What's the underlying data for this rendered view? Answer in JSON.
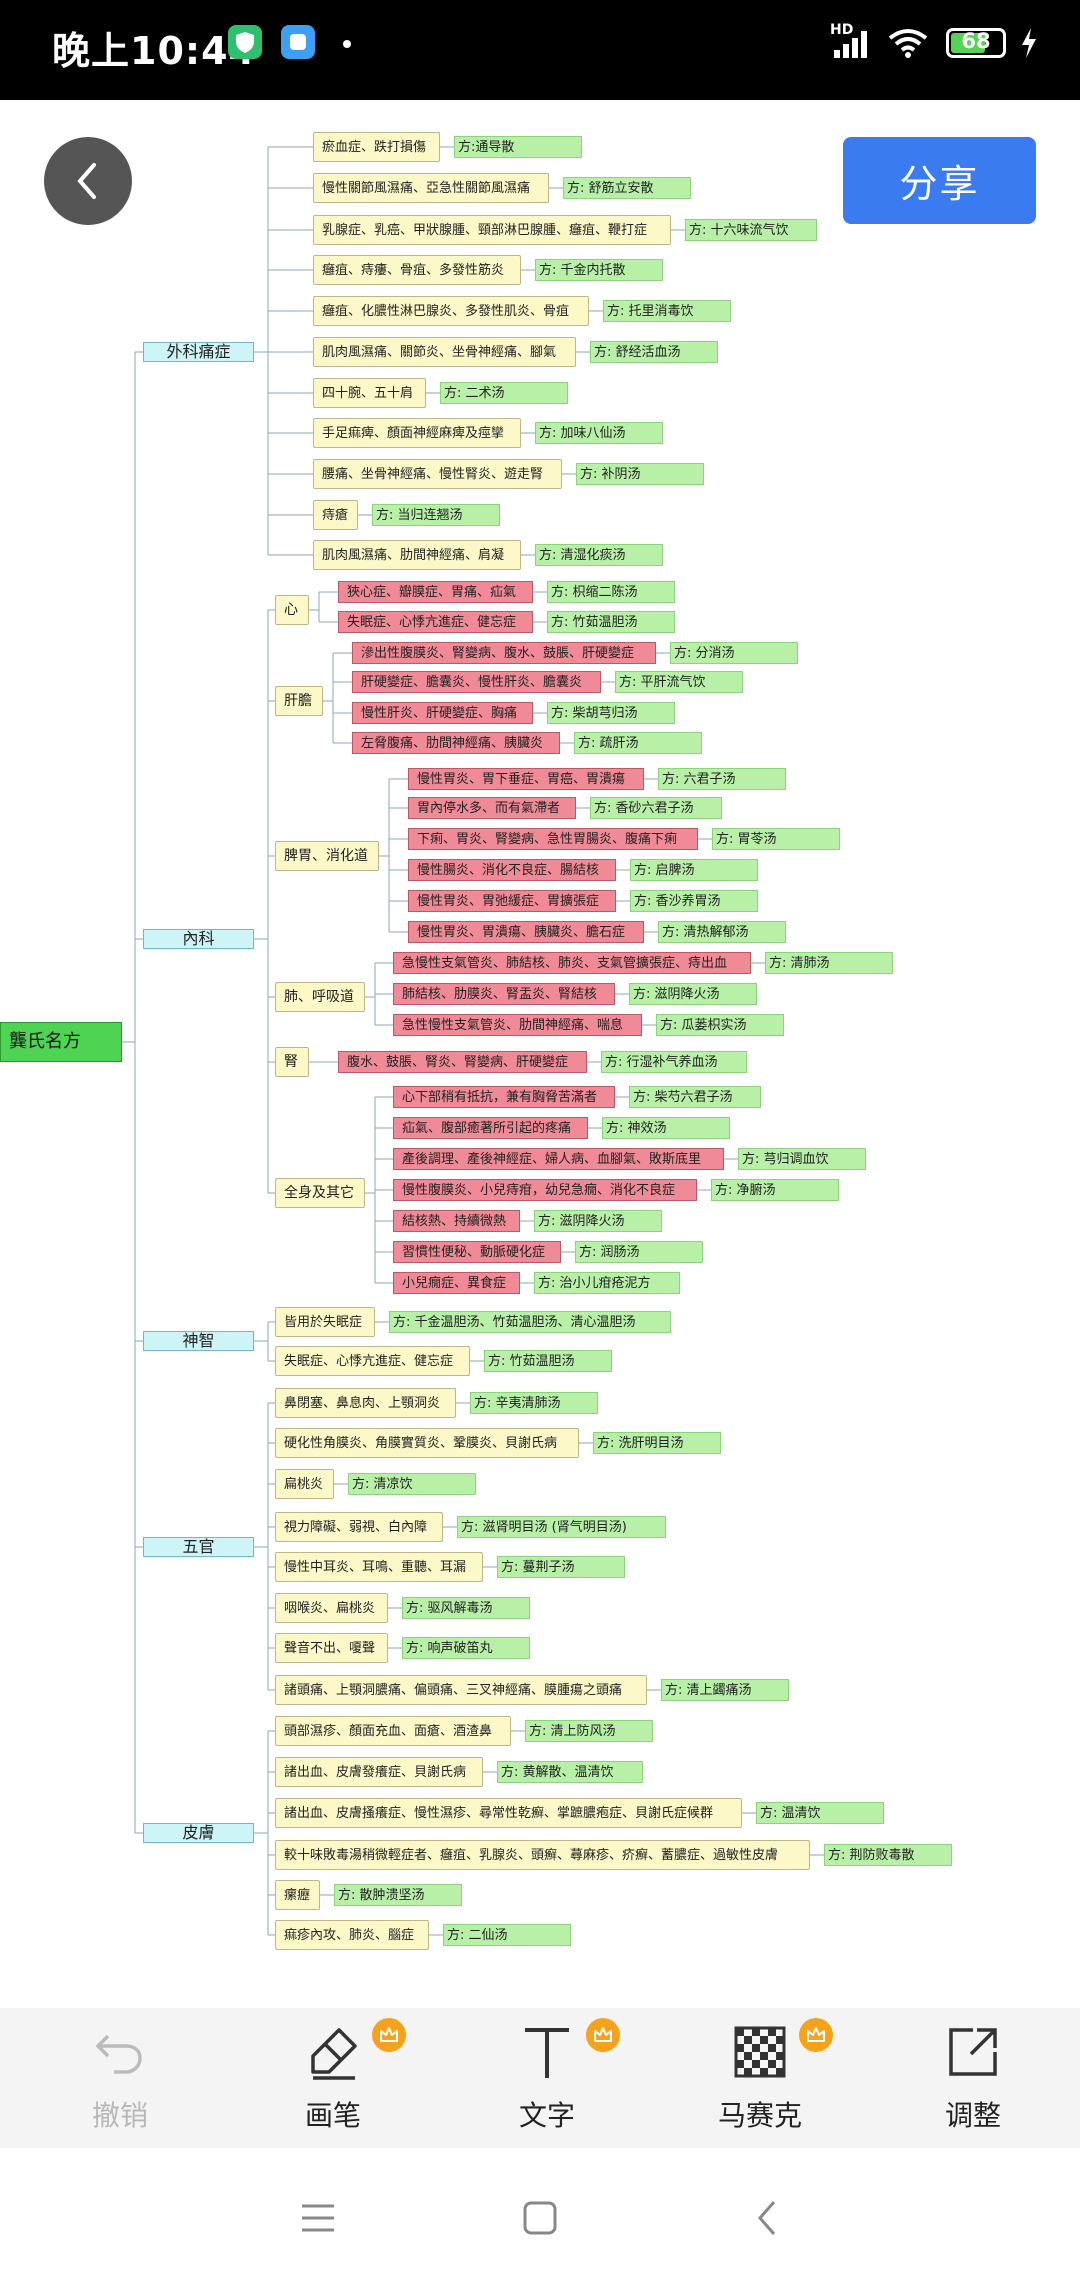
{
  "status_bar": {
    "time": "晚上10:44",
    "signal_label": "HD",
    "battery": "68"
  },
  "header": {
    "share_label": "分享"
  },
  "mindmap": {
    "root": "龔氏名方",
    "branches": [
      {
        "label": "外科痛症",
        "items": [
          {
            "label": "瘀血症、跌打損傷",
            "fang": "方:通导散"
          },
          {
            "label": "慢性關節風濕痛、亞急性關節風濕痛",
            "fang": "方: 舒筋立安散"
          },
          {
            "label": "乳腺症、乳癌、甲狀腺腫、頸部淋巴腺腫、癰疽、鞭打症",
            "fang": "方: 十六味流气饮"
          },
          {
            "label": "癰疽、痔瘻、骨疽、多發性筋炎",
            "fang": "方: 千金内托散"
          },
          {
            "label": "癰疽、化膿性淋巴腺炎、多發性肌炎、骨疽",
            "fang": "方: 托里消毒饮"
          },
          {
            "label": "肌肉風濕痛、關節炎、坐骨神經痛、腳氣",
            "fang": "方: 舒经活血汤"
          },
          {
            "label": "四十腕、五十肩",
            "fang": "方: 二术汤"
          },
          {
            "label": "手足痲痺、顏面神經麻痺及痙攣",
            "fang": "方: 加味八仙汤"
          },
          {
            "label": "腰痛、坐骨神經痛、慢性腎炎、遊走腎",
            "fang": "方: 补阴汤"
          },
          {
            "label": "痔瘡",
            "fang": "方: 当归连翘汤"
          },
          {
            "label": "肌肉風濕痛、肋間神經痛、肩凝",
            "fang": "方: 清湿化痰汤"
          }
        ]
      },
      {
        "label": "內科",
        "groups": [
          {
            "label": "心",
            "items": [
              {
                "label": "狹心症、瓣膜症、胃痛、疝氣",
                "fang": "方: 枳缩二陈汤"
              },
              {
                "label": "失眠症、心悸亢進症、健忘症",
                "fang": "方: 竹茹温胆汤"
              }
            ]
          },
          {
            "label": "肝膽",
            "items": [
              {
                "label": "滲出性腹膜炎、腎變病、腹水、鼓脹、肝硬變症",
                "fang": "方: 分消汤"
              },
              {
                "label": "肝硬變症、膽囊炎、慢性肝炎、膽囊炎",
                "fang": "方: 平肝流气饮"
              },
              {
                "label": "慢性肝炎、肝硬變症、胸痛",
                "fang": "方: 柴胡芎归汤"
              },
              {
                "label": "左脅腹痛、肋間神經痛、胰臟炎",
                "fang": "方: 疏肝汤"
              }
            ]
          },
          {
            "label": "脾胃、消化道",
            "items": [
              {
                "label": "慢性胃炎、胃下垂症、胃癌、胃潰瘍",
                "fang": "方: 六君子汤"
              },
              {
                "label": "胃內停水多、而有氣滯者",
                "fang": "方: 香砂六君子汤"
              },
              {
                "label": "下痢、胃炎、腎變病、急性胃腸炎、腹痛下痢",
                "fang": "方: 胃苓汤"
              },
              {
                "label": "慢性腸炎、消化不良症、腸結核",
                "fang": "方: 启脾汤"
              },
              {
                "label": "慢性胃炎、胃弛緩症、胃擴張症",
                "fang": "方: 香沙养胃汤"
              },
              {
                "label": "慢性胃炎、胃潰瘍、胰臟炎、膽石症",
                "fang": "方: 清热解郁汤"
              }
            ]
          },
          {
            "label": "肺、呼吸道",
            "items": [
              {
                "label": "急慢性支氣管炎、肺結核、肺炎、支氣管擴張症、痔出血",
                "fang": "方: 清肺汤"
              },
              {
                "label": "肺結核、肋膜炎、腎盂炎、腎結核",
                "fang": "方: 滋阴降火汤"
              },
              {
                "label": "急性慢性支氣管炎、肋間神經痛、喘息",
                "fang": "方: 瓜蒌枳实汤"
              }
            ]
          },
          {
            "label": "腎",
            "items": [
              {
                "label": "腹水、鼓脹、腎炎、腎變病、肝硬變症",
                "fang": "方: 行湿补气养血汤"
              }
            ]
          },
          {
            "label": "全身及其它",
            "items": [
              {
                "label": "心下部稍有抵抗，兼有胸脅苦滿者",
                "fang": "方: 柴芍六君子汤"
              },
              {
                "label": "疝氣、腹部癒著所引起的疼痛",
                "fang": "方: 神效汤"
              },
              {
                "label": "產後調理、產後神經症、婦人病、血腳氣、敗斯底里",
                "fang": "方: 芎归调血饮"
              },
              {
                "label": "慢性腹膜炎、小兒痔疳，幼兒急癇、消化不良症",
                "fang": "方: 净腑汤"
              },
              {
                "label": "結核熱、持續微熱",
                "fang": "方: 滋阴降火汤"
              },
              {
                "label": "習慣性便秘、動脈硬化症",
                "fang": "方: 润肠汤"
              },
              {
                "label": "小兒癇症、異食症",
                "fang": "方: 治小儿疳疮泥方"
              }
            ]
          }
        ]
      },
      {
        "label": "神智",
        "items": [
          {
            "label": "皆用於失眠症",
            "fang": "方: 千金温胆汤、竹茹温胆汤、清心温胆汤"
          },
          {
            "label": "失眠症、心悸亢進症、健忘症",
            "fang": "方: 竹茹温胆汤"
          }
        ]
      },
      {
        "label": "五官",
        "items": [
          {
            "label": "鼻閉塞、鼻息肉、上顎洞炎",
            "fang": "方: 辛夷清肺汤"
          },
          {
            "label": "硬化性角膜炎、角膜實質炎、鞏膜炎、貝謝氏病",
            "fang": "方: 洗肝明目汤"
          },
          {
            "label": "扁桃炎",
            "fang": "方: 清凉饮"
          },
          {
            "label": "視力障礙、弱視、白內障",
            "fang": "方: 滋肾明目汤 (肾气明目汤)"
          },
          {
            "label": "慢性中耳炎、耳鳴、重聽、耳漏",
            "fang": "方: 蔓荆子汤"
          },
          {
            "label": "咽喉炎、扁桃炎",
            "fang": "方: 驱风解毒汤"
          },
          {
            "label": "聲音不出、嗄聲",
            "fang": "方: 响声破笛丸"
          },
          {
            "label": "諸頭痛、上顎洞膿痛、偏頭痛、三叉神經痛、膜腫瘍之頭痛",
            "fang": "方: 清上蠲痛汤"
          }
        ]
      },
      {
        "label": "皮膚",
        "items": [
          {
            "label": "頭部濕疹、顏面充血、面瘡、酒渣鼻",
            "fang": "方: 清上防风汤"
          },
          {
            "label": "諸出血、皮膚發癢症、貝謝氏病",
            "fang": "方: 黄解散、温清饮"
          },
          {
            "label": "諸出血、皮膚搔癢症、慢性濕疹、尋常性乾癬、掌蹠膿疱症、貝謝氏症候群",
            "fang": "方: 温清饮"
          },
          {
            "label": "較十味敗毒湯稍微輕症者、癰疽、乳腺炎、頭癬、蕁麻疹、疥癬、蓄膿症、過敏性皮膚",
            "fang": "方: 荆防败毒散"
          },
          {
            "label": "瘰癧",
            "fang": "方: 散肿溃坚汤"
          },
          {
            "label": "痲疹內攻、肺炎、腦症",
            "fang": "方: 二仙汤"
          }
        ]
      }
    ]
  },
  "toolbar": {
    "items": [
      {
        "label": "撤销",
        "icon": "undo-icon",
        "enabled": false,
        "premium": false
      },
      {
        "label": "画笔",
        "icon": "pen-icon",
        "enabled": true,
        "premium": true
      },
      {
        "label": "文字",
        "icon": "text-icon",
        "enabled": true,
        "premium": true
      },
      {
        "label": "马赛克",
        "icon": "mosaic-icon",
        "enabled": true,
        "premium": true
      },
      {
        "label": "调整",
        "icon": "adjust-icon",
        "enabled": true,
        "premium": false
      }
    ]
  },
  "colors": {
    "root": "#4fd352",
    "branch": "#cdf4f6",
    "leaf_yellow": "#fdf8c8",
    "leaf_red": "#f18a97",
    "fang": "#b8f0a8",
    "share": "#3a7cef",
    "premium_badge": "#f7a21b"
  }
}
